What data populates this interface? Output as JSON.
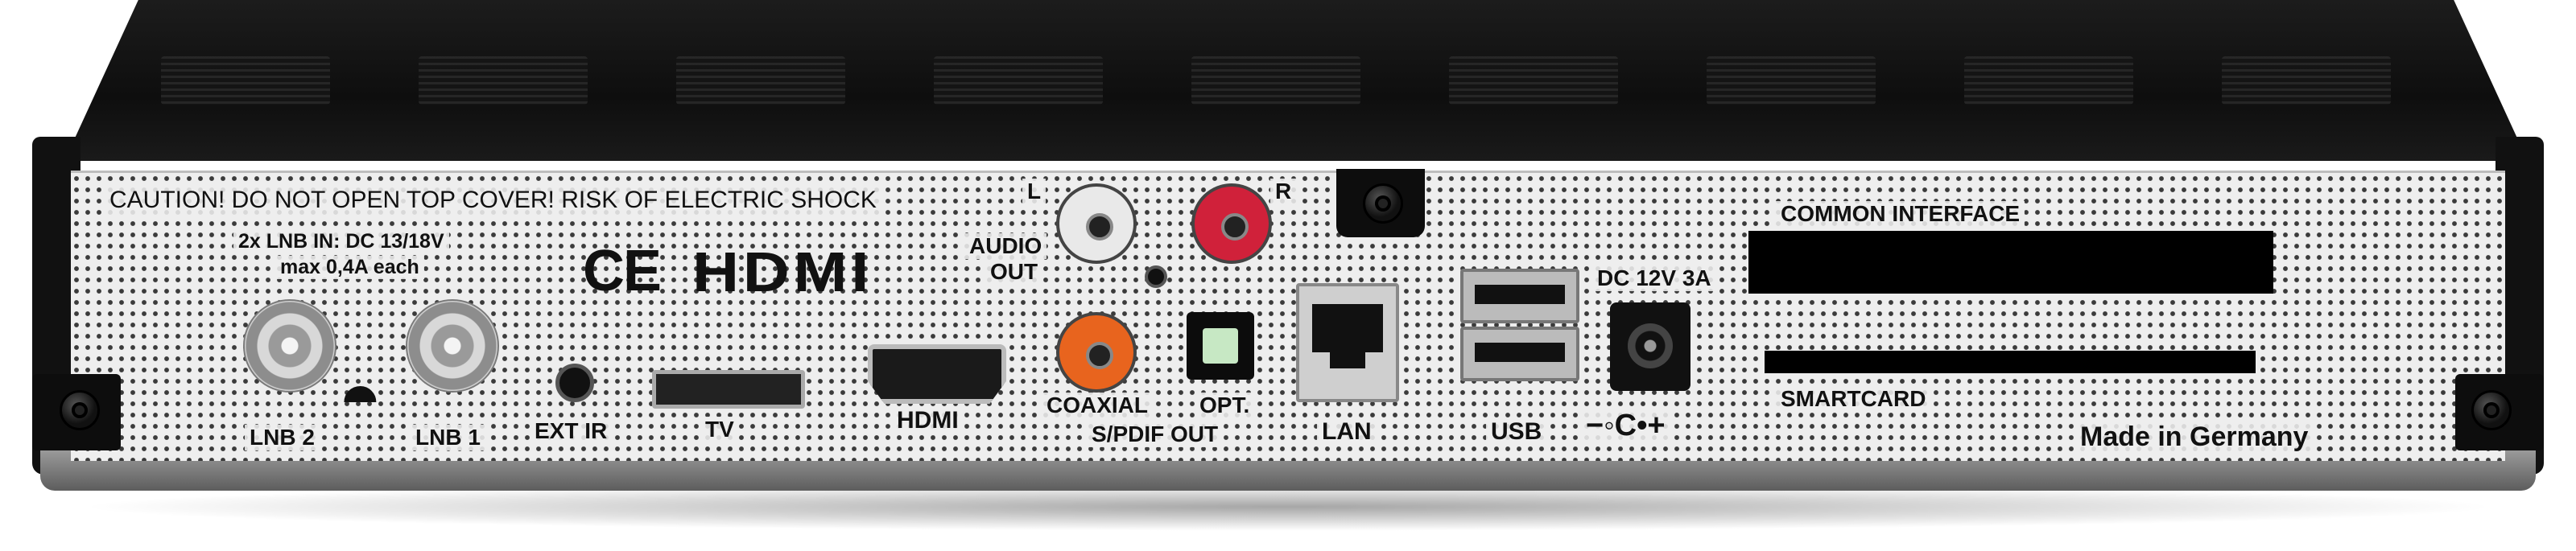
{
  "panel_labels": {
    "caution": "CAUTION!  DO NOT OPEN TOP  COVER!  RISK OF ELECTRIC SHOCK",
    "lnb_in": "2x LNB IN: DC 13/18V",
    "lnb_max": "max 0,4A each",
    "lnb2": "LNB 2",
    "lnb1": "LNB 1",
    "ext_ir": "EXT IR",
    "tv": "TV",
    "hdmi": "HDMI",
    "audio_l": "L",
    "audio_r": "R",
    "audio": "AUDIO",
    "out": "OUT",
    "coaxial": "COAXIAL",
    "opt": "OPT.",
    "spdif_out": "S/PDIF OUT",
    "lan": "LAN",
    "usb": "USB",
    "dc_rating": "DC 12V 3A",
    "polarity": "−◦C•+",
    "common_interface": "COMMON INTERFACE",
    "smartcard": "SMARTCARD",
    "made_in": "Made in Germany"
  },
  "logos": {
    "ce": "CE",
    "hdmi": "HDMI"
  },
  "colors": {
    "chassis": "#111111",
    "panel": "#eeeeee",
    "rca_left": "#e9e9e9",
    "rca_right": "#d0213a",
    "coaxial": "#e8641e",
    "optical": "#c7e8c4"
  }
}
